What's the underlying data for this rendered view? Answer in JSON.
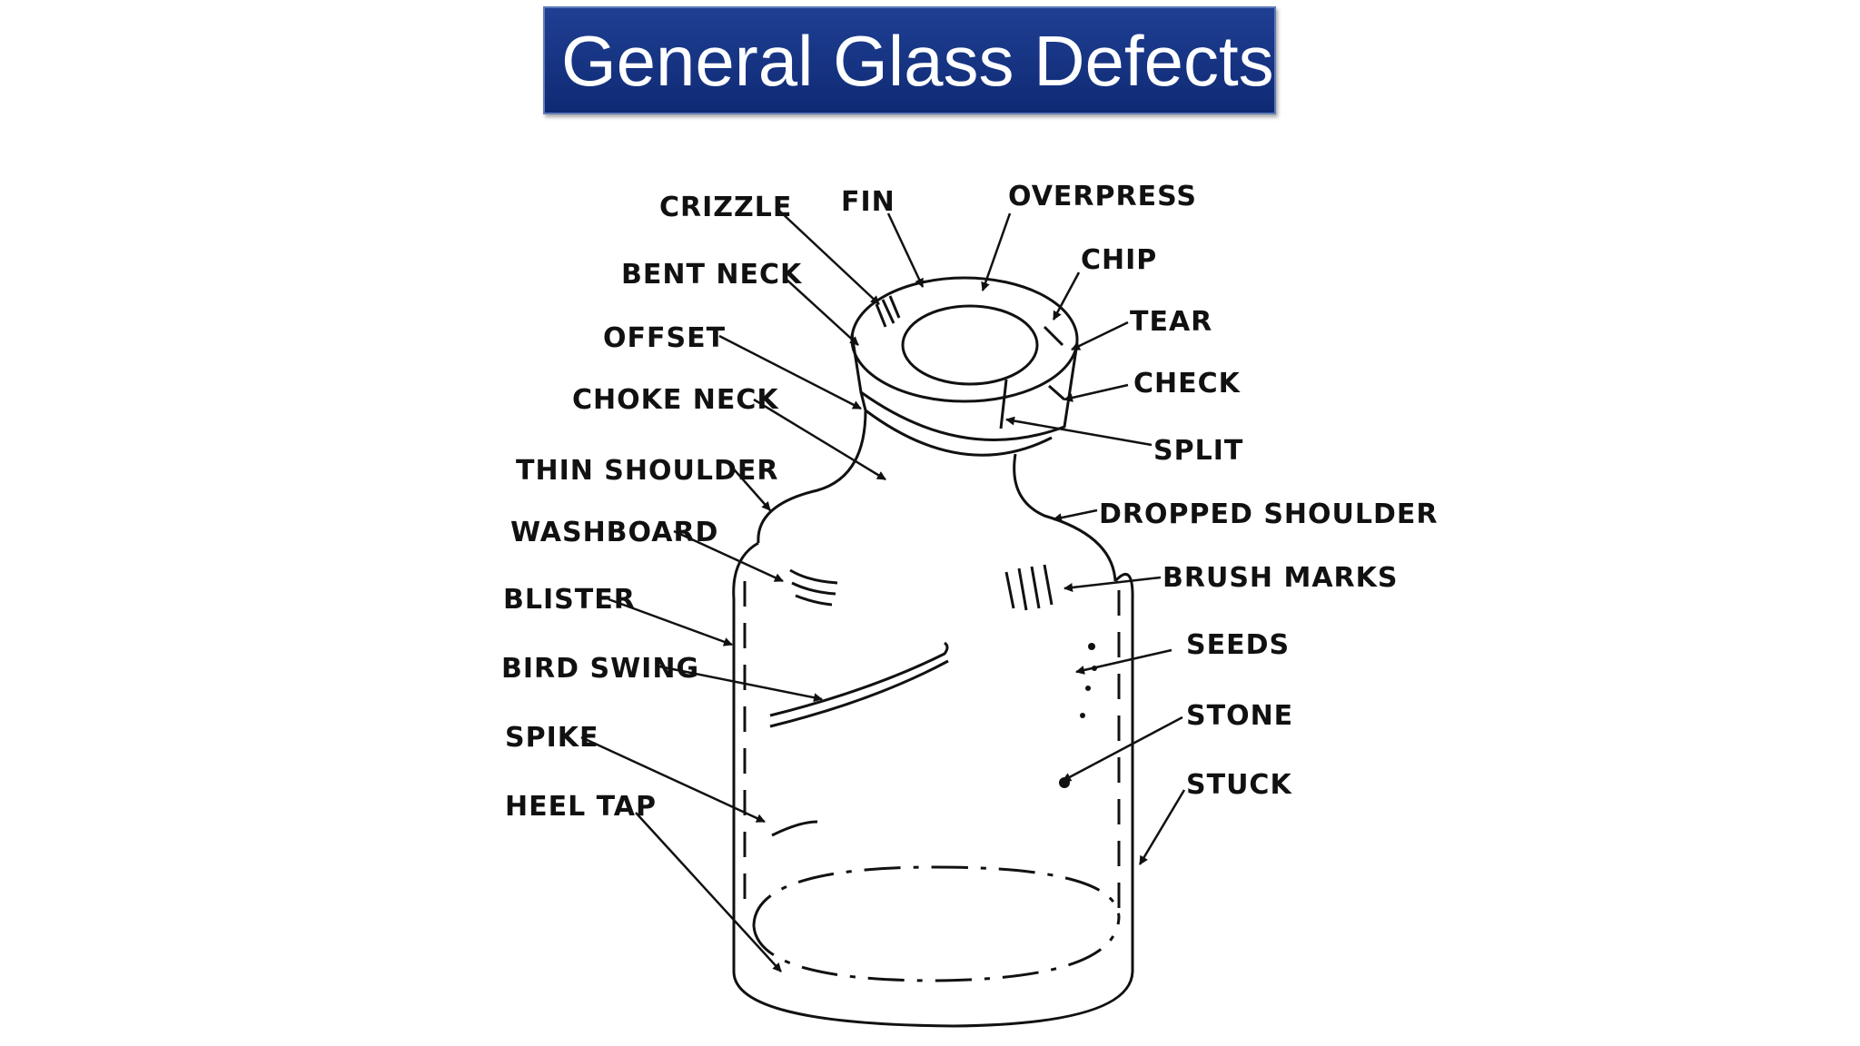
{
  "title": "General Glass Defects",
  "labels": {
    "crizzle": "CRIZZLE",
    "fin": "FIN",
    "overpress": "OVERPRESS",
    "chip": "CHIP",
    "bent_neck": "BENT NECK",
    "tear": "TEAR",
    "offset": "OFFSET",
    "check": "CHECK",
    "choke_neck": "CHOKE NECK",
    "split": "SPLIT",
    "thin_shoulder": "THIN SHOULDER",
    "dropped_shoulder": "DROPPED SHOULDER",
    "washboard": "WASHBOARD",
    "brush_marks": "BRUSH MARKS",
    "blister": "BLISTER",
    "seeds": "SEEDS",
    "bird_swing": "BIRD SWING",
    "stone": "STONE",
    "spike": "SPIKE",
    "stuck": "STUCK",
    "heel_tap": "HEEL TAP"
  }
}
